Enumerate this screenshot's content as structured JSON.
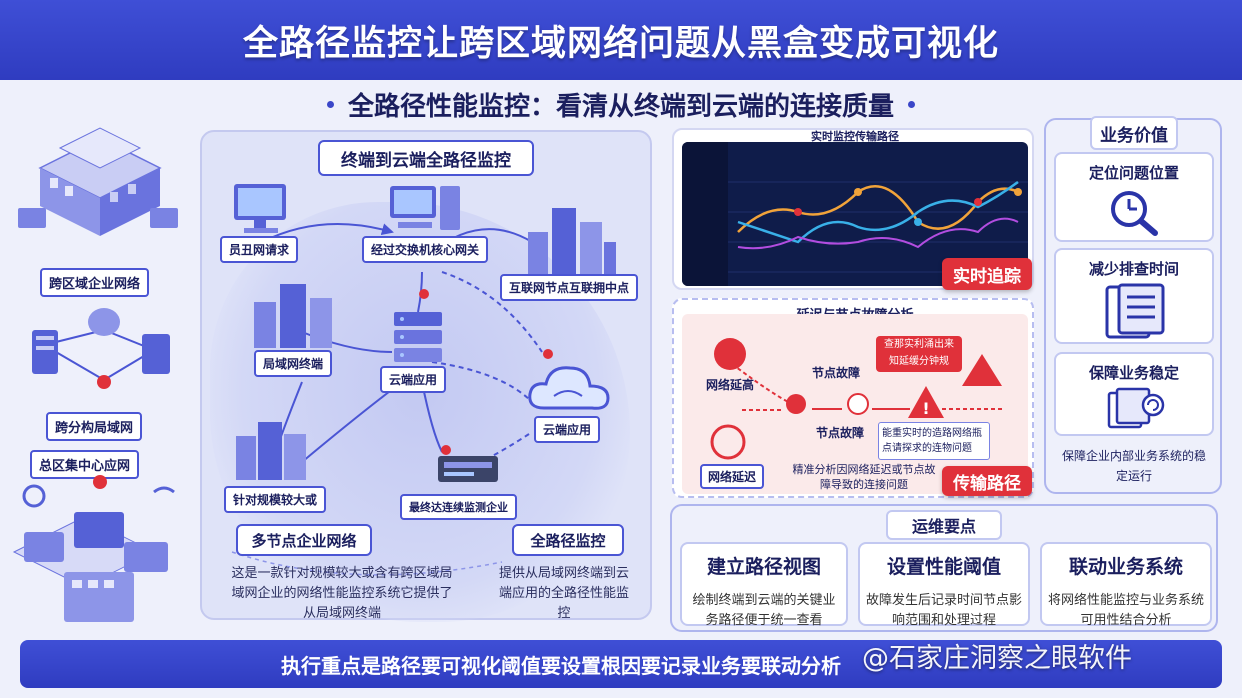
{
  "header": {
    "title": "全路径监控让跨区域网络问题从黑盒变成可视化",
    "subtitle": "全路径性能监控：看清从终端到云端的连接质量"
  },
  "left_column": {
    "enterprise_label": "跨区域企业网络",
    "lan_label": "跨分构局域网",
    "hq_label": "总区集中心应网"
  },
  "map": {
    "title": "终端到云端全路径监控",
    "nodes": {
      "user": "员丑网请求",
      "switch": "经过交换机核心网关",
      "internet": "互联网节点互联拥中点",
      "lan": "局域网终端",
      "cloud_app": "云端应用",
      "cloud": "云端应用",
      "large_scale": "针对规模较大或",
      "final": "最终达连续监测企业"
    },
    "multi_node_title": "多节点企业网络",
    "multi_node_desc": "这是一款针对规模较大或含有跨区域局域网企业的网络性能监控系统它提供了从局域网终端",
    "full_path_title": "全路径监控",
    "full_path_desc": "提供从局域网终端到云端应用的全路径性能监控"
  },
  "realtime": {
    "title": "实时监控传输路径",
    "badge": "实时追踪"
  },
  "latency": {
    "title": "延迟与节点故障分析",
    "network_high": "网络延高",
    "node_fault_1": "节点故障",
    "node_fault_2": "节点故障",
    "alert_text_1": "查那实利涌出来",
    "alert_text_2": "知延缓分钟规",
    "node_desc": "能重实时的造路网络瓶点请探求的连物问题",
    "network_delay": "网络延迟",
    "analysis_desc": "精准分析因网络延迟或节点故障导致的连接问题",
    "badge": "传输路径"
  },
  "business_value": {
    "title": "业务价值",
    "items": [
      {
        "title": "定位问题位置"
      },
      {
        "title": "减少排查时间"
      },
      {
        "title": "保障业务稳定"
      }
    ],
    "footer_desc": "保障企业内部业务系统的稳定运行"
  },
  "ops": {
    "title": "运维要点",
    "items": [
      {
        "title": "建立路径视图",
        "desc": "绘制终端到云端的关键业务路径便于统一查看"
      },
      {
        "title": "设置性能阈值",
        "desc": "故障发生后记录时间节点影响范围和处理过程"
      },
      {
        "title": "联动业务系统",
        "desc": "将网络性能监控与业务系统可用性结合分析"
      }
    ]
  },
  "footer": {
    "text": "执行重点是路径要可视化阈值要设置根因要记录业务要联动分析",
    "watermark": "@石家庄洞察之眼软件"
  },
  "colors": {
    "primary": "#3a46c8",
    "accent_red": "#e0313a",
    "dark_screen": "#0f1c4a"
  }
}
